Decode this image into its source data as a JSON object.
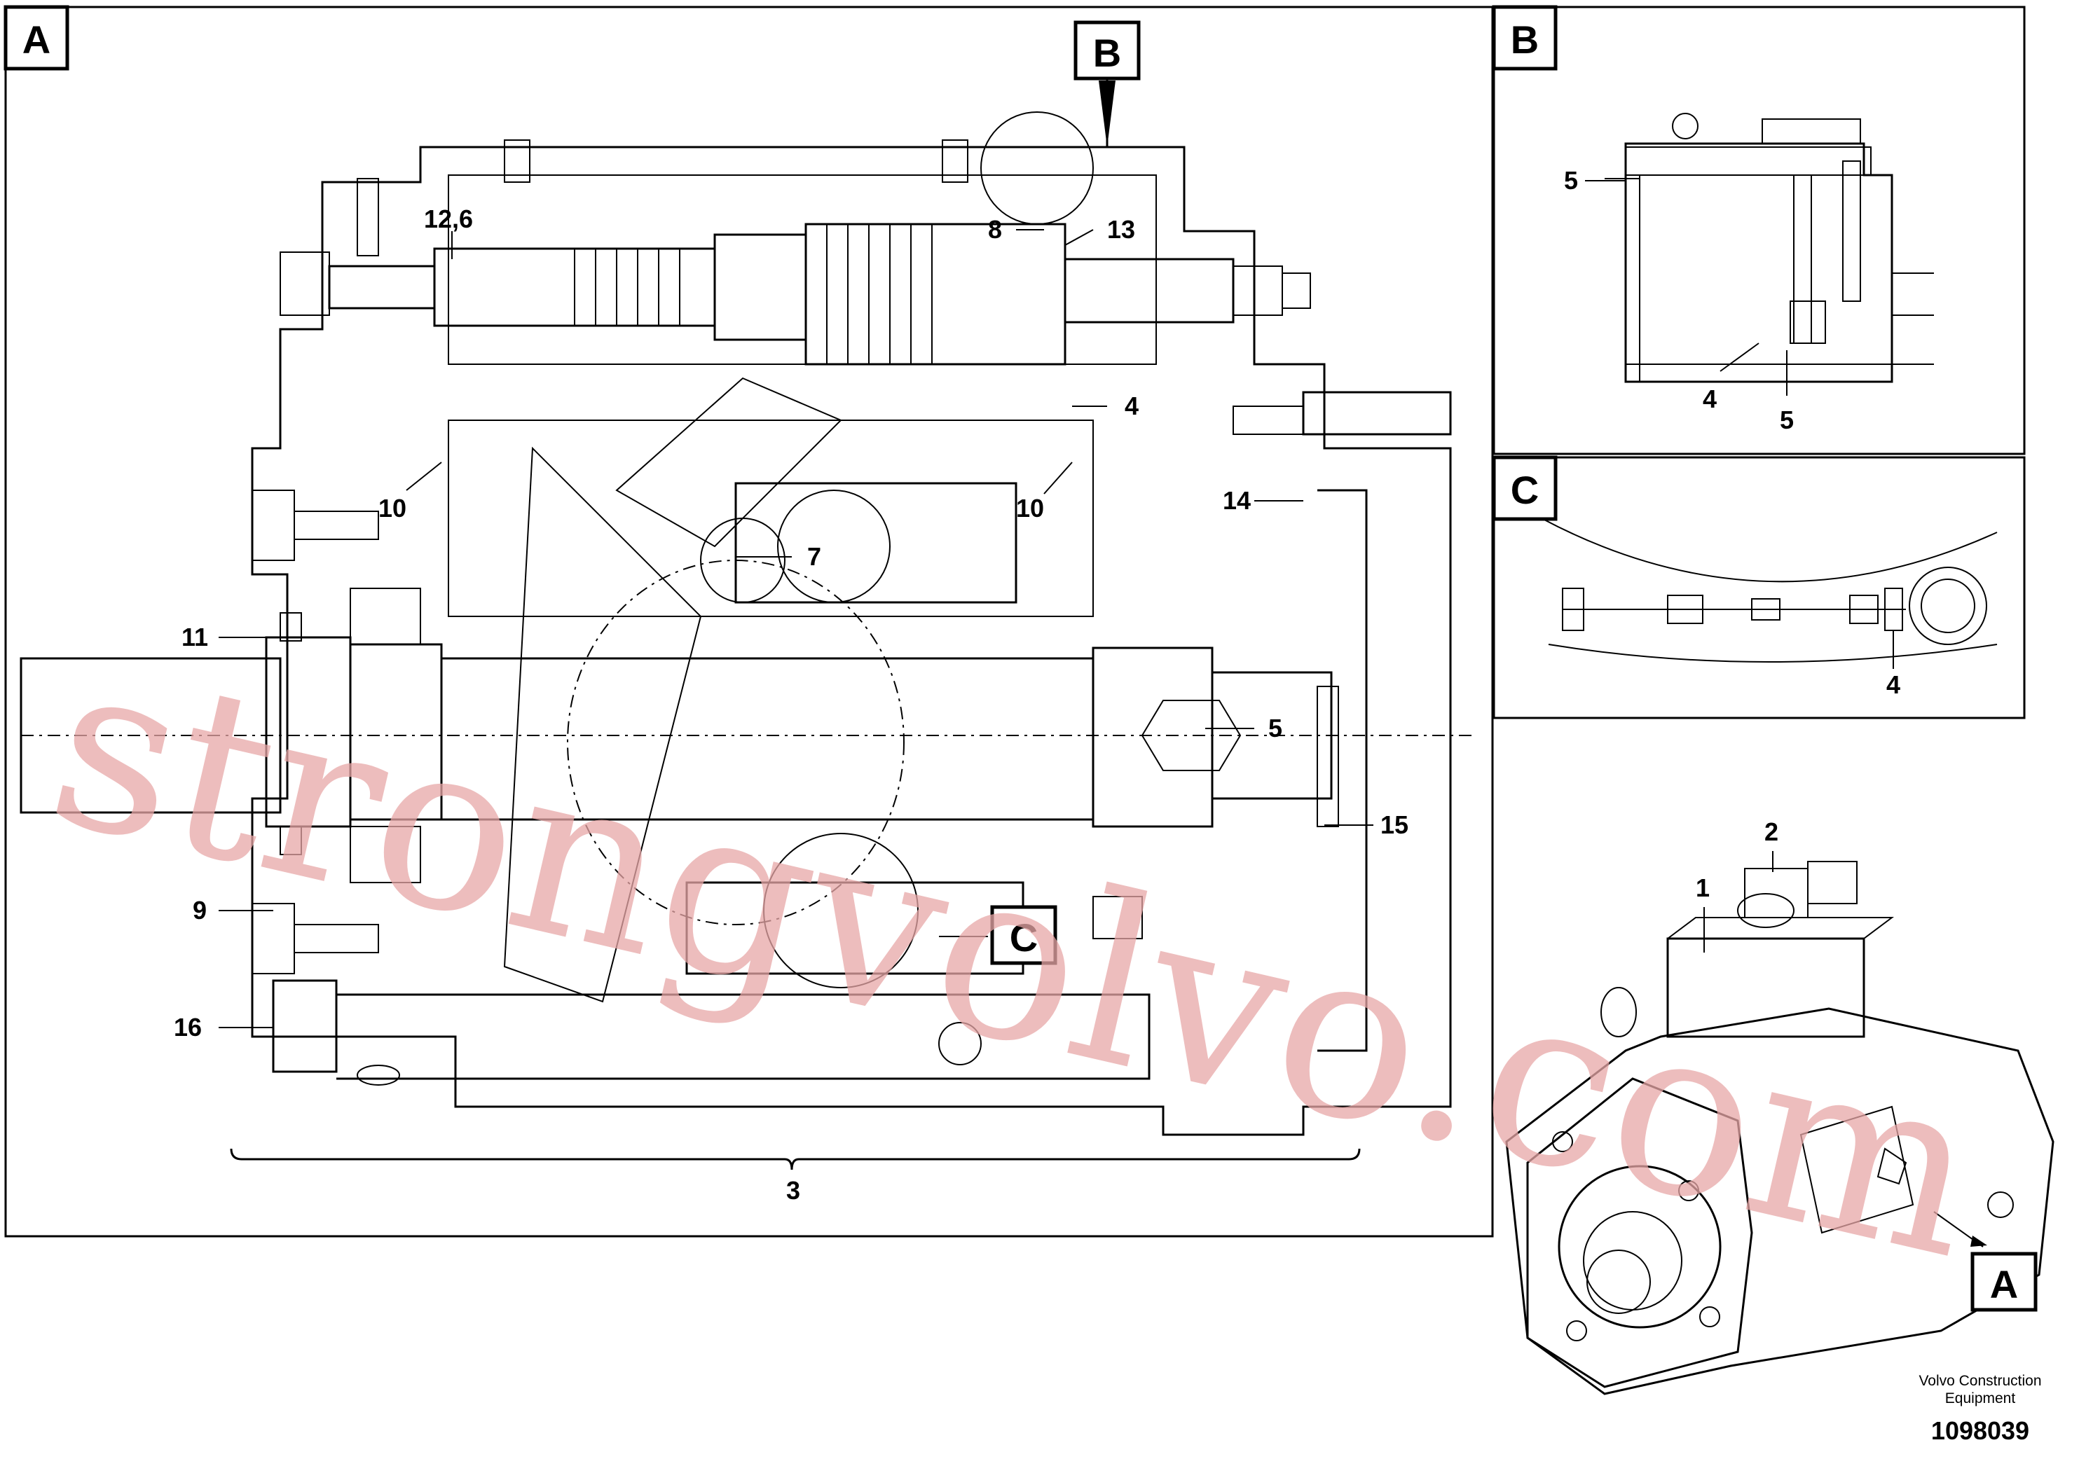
{
  "panels": {
    "main": {
      "tag": "A"
    },
    "detail_b": {
      "tag": "B"
    },
    "detail_c": {
      "tag": "C"
    },
    "view": {
      "tag": "A"
    }
  },
  "main_callouts": {
    "tag_b": "B",
    "tag_c": "C",
    "c12_6": "12,6",
    "c8": "8",
    "c13": "13",
    "c4": "4",
    "c10a": "10",
    "c10b": "10",
    "c14": "14",
    "c7": "7",
    "c11": "11",
    "c5": "5",
    "c15": "15",
    "c9": "9",
    "c16": "16",
    "c3": "3"
  },
  "detail_b_callouts": {
    "c5a": "5",
    "c4": "4",
    "c5b": "5"
  },
  "detail_c_callouts": {
    "c4": "4"
  },
  "view_callouts": {
    "c1": "1",
    "c2": "2"
  },
  "watermark": "strongvolvo.com",
  "footer": {
    "company_line1": "Volvo Construction",
    "company_line2": "Equipment",
    "drawing_number": "1098039"
  }
}
